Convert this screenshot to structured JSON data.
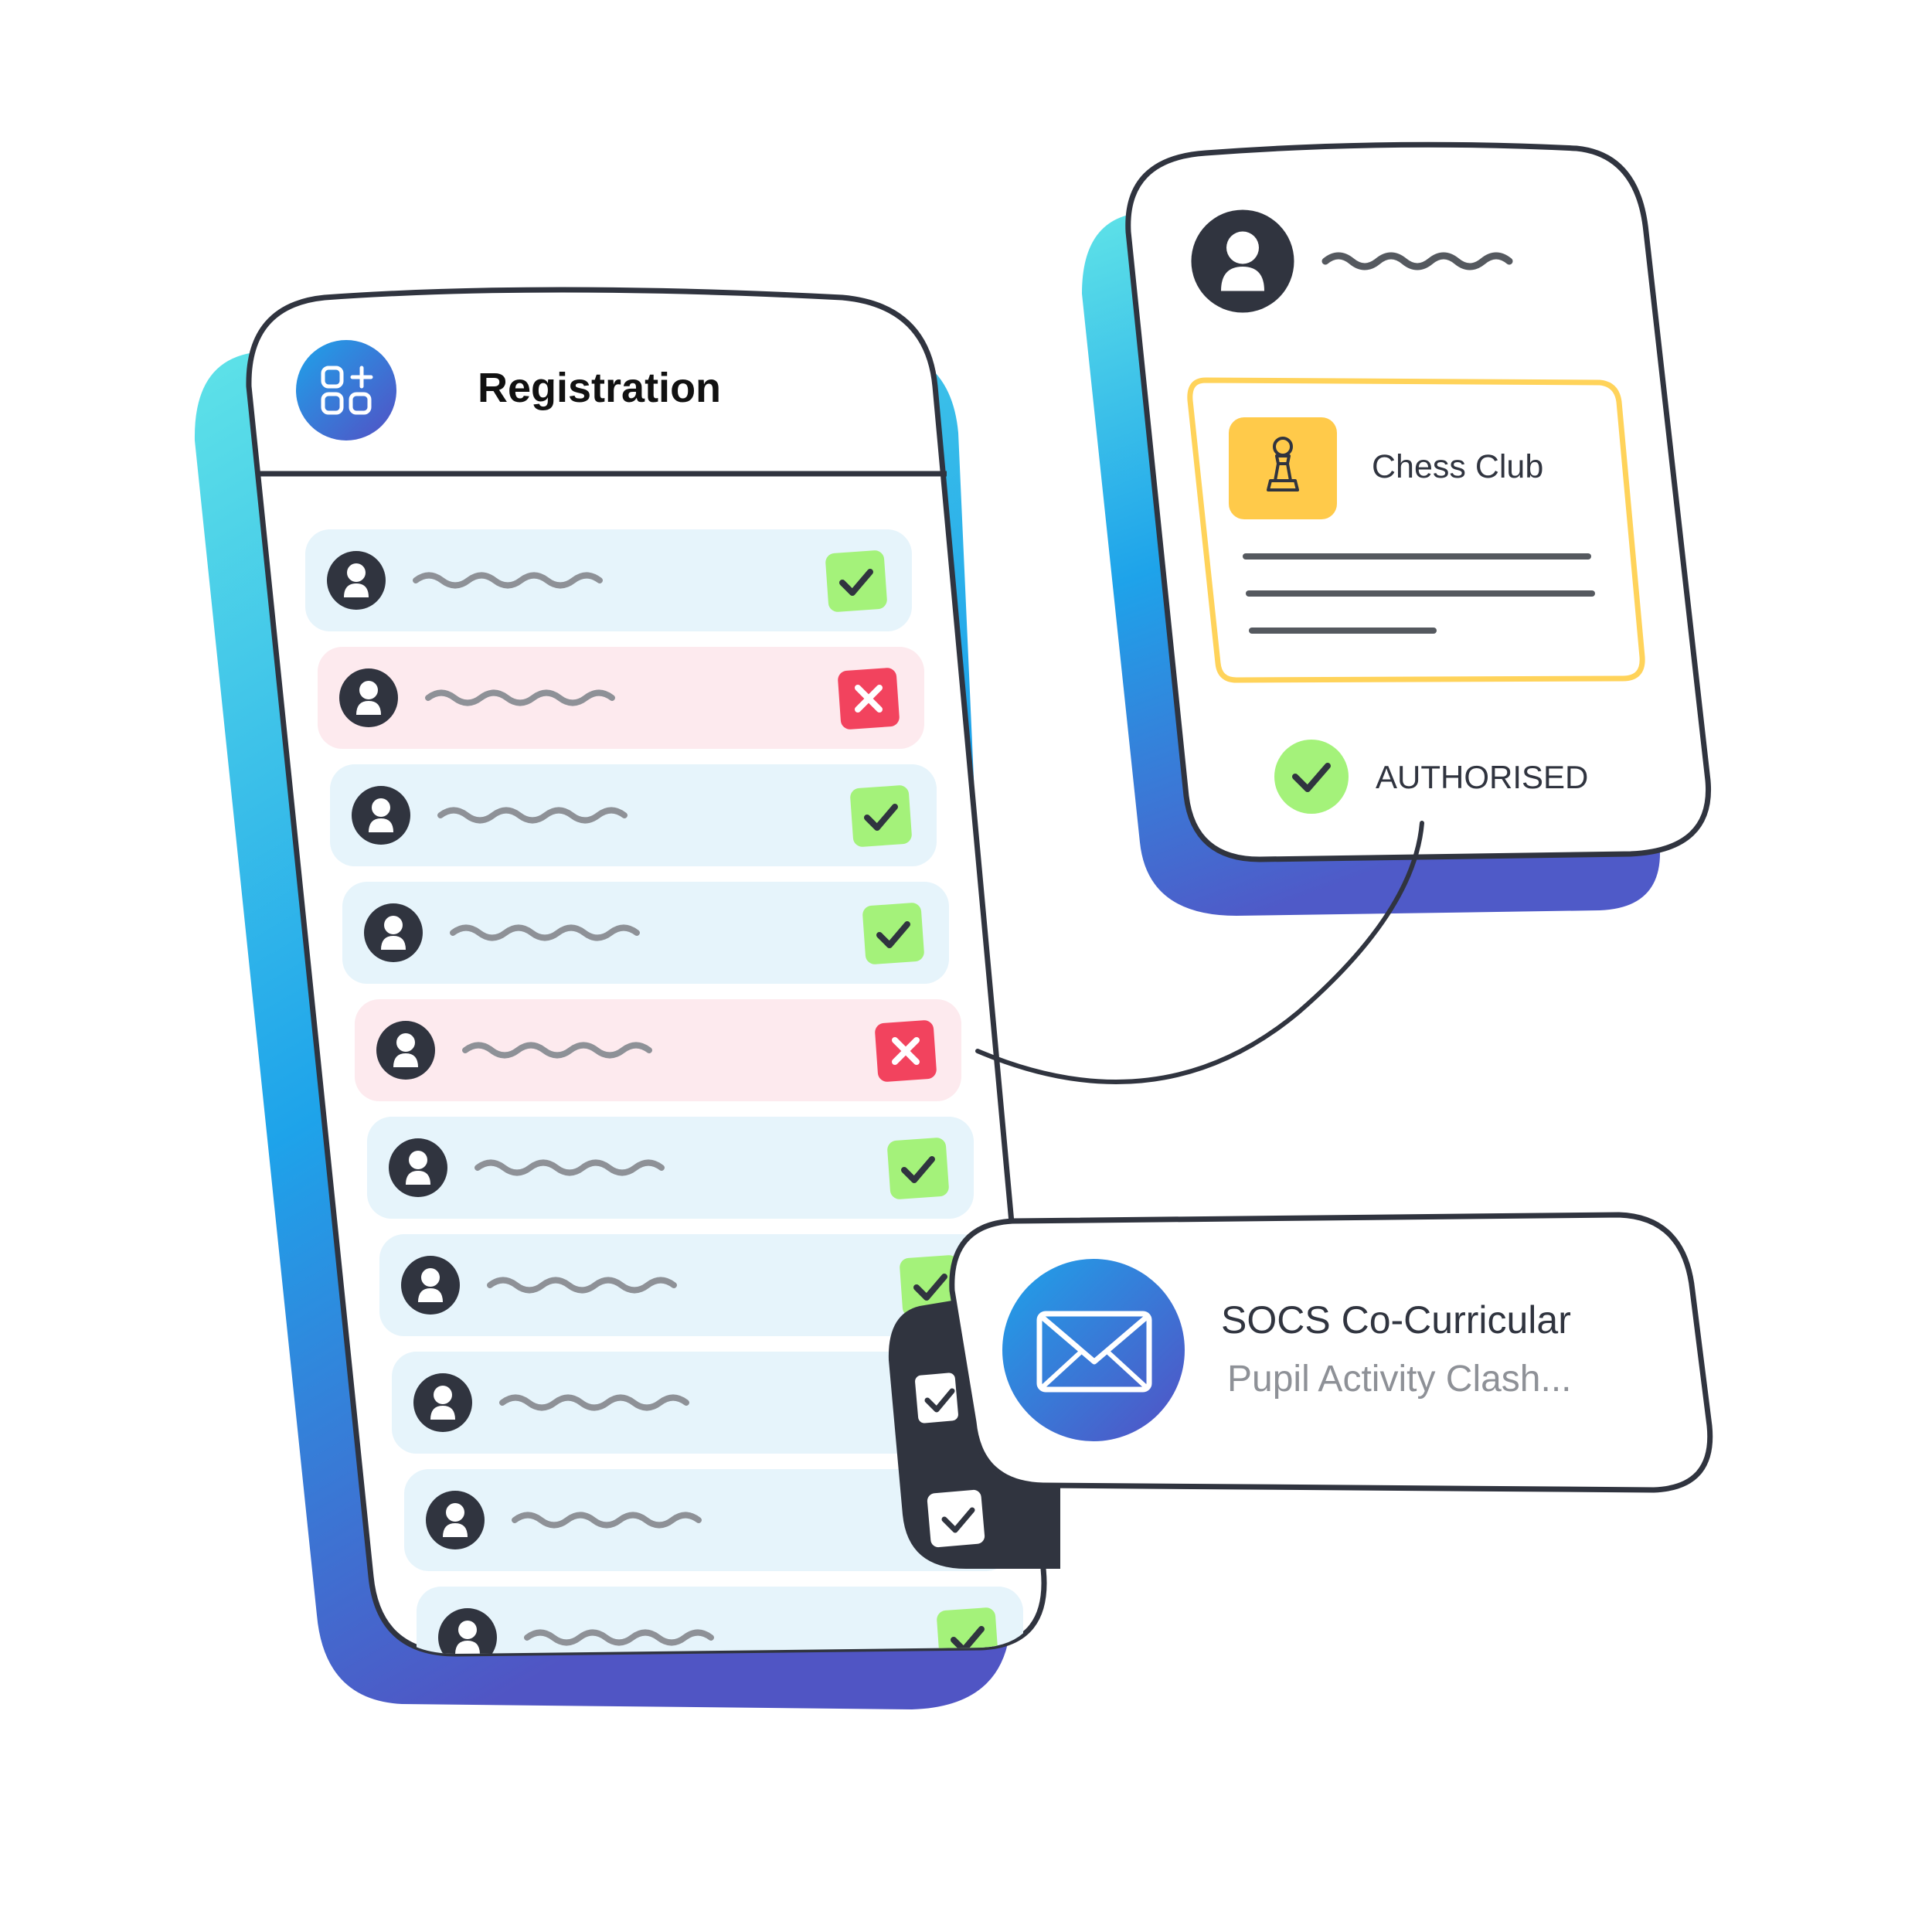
{
  "registration": {
    "title": "Registration",
    "app_icon": "apps-add-icon",
    "rows": [
      {
        "status": "present"
      },
      {
        "status": "absent"
      },
      {
        "status": "present"
      },
      {
        "status": "present"
      },
      {
        "status": "absent"
      },
      {
        "status": "present"
      },
      {
        "status": "present"
      },
      {
        "status": "present"
      },
      {
        "status": "present"
      },
      {
        "status": "present"
      }
    ],
    "colors": {
      "present_row": "#e6f4fb",
      "absent_row": "#fdeaee",
      "present_badge": "#a4f27a",
      "absent_badge": "#f2435e"
    }
  },
  "profile_card": {
    "avatar_icon": "user-icon",
    "activity": {
      "name": "Chess Club",
      "icon": "chess-pawn-icon",
      "icon_bg": "#ffca4a"
    },
    "status_label": "AUTHORISED",
    "status_color": "#a4f27a"
  },
  "notification": {
    "icon": "envelope-icon",
    "title": "SOCS Co-Curricular",
    "message": "Pupil Activity Clash..."
  },
  "theme": {
    "outline": "#30343f",
    "gradient_top": "#5fe3e8",
    "gradient_mid": "#1ea3ea",
    "gradient_bottom": "#5055c4",
    "squiggle": "#8e9197"
  }
}
